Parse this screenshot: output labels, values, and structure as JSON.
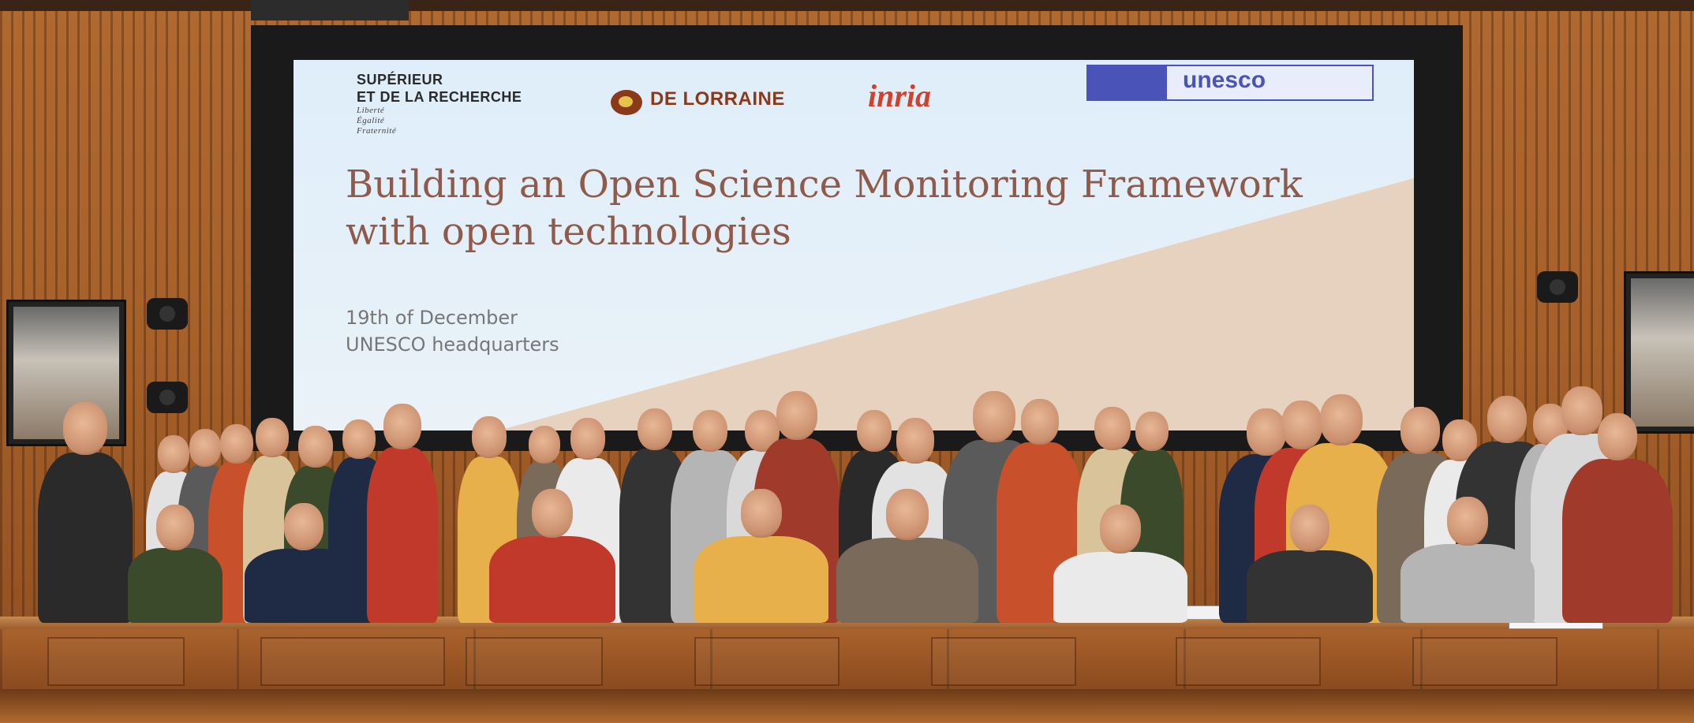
{
  "slide": {
    "logos": {
      "ministry_line1": "SUPÉRIEUR",
      "ministry_line2": "ET DE LA RECHERCHE",
      "ministry_tagline": [
        "Liberté",
        "Égalité",
        "Fraternité"
      ],
      "lorraine": "DE LORRAINE",
      "inria": "inria",
      "unesco": "unesco"
    },
    "title_line1": "Building an Open Science Monitoring Framework",
    "title_line2": "with open technologies",
    "date": "19th of December",
    "venue": "UNESCO headquarters"
  },
  "colors": {
    "wall": "#a8632c",
    "screen_blue": "#dfeefa",
    "screen_beige": "#e9d6c4",
    "title": "#8f5a4a",
    "inria_red": "#d2402c",
    "unesco_blue": "#4a53b8"
  }
}
